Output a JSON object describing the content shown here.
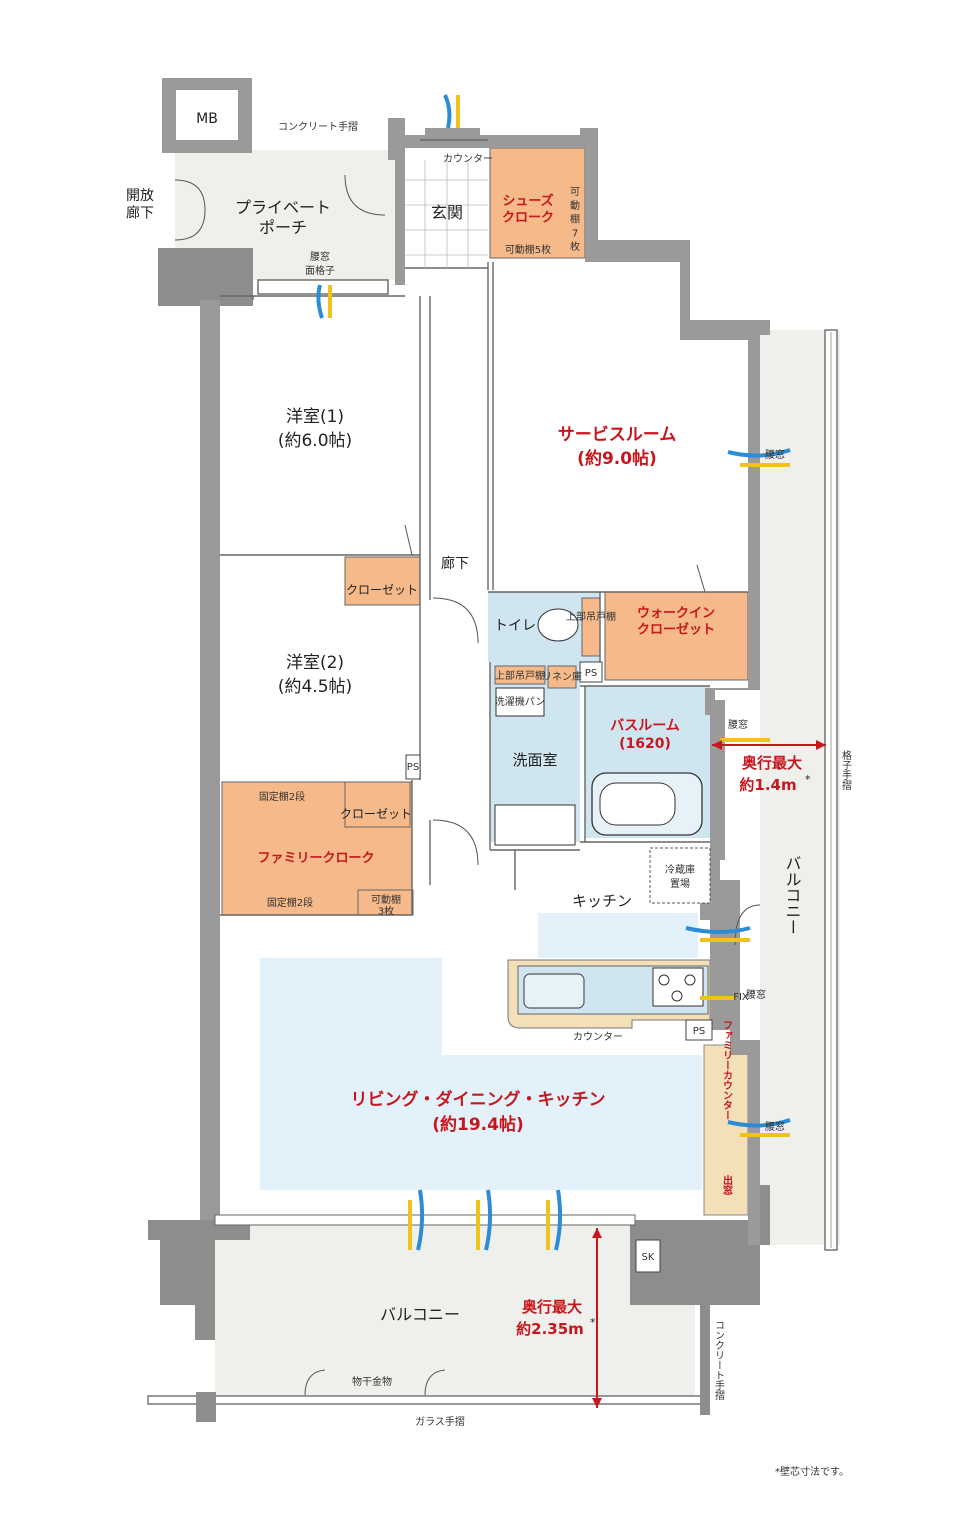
{
  "labels": {
    "mb": "MB",
    "concrete_rail_top": "コンクリート手摺",
    "open_corridor": "開放\n廊下",
    "private_porch": "プライベート\nポーチ",
    "hall": "玄関",
    "counter_entry": "カウンター",
    "shoe_cloak": "シューズ\nクローク",
    "movable_shelf_7": "可\n動\n棚\n7\n枚",
    "movable_shelf_5": "可動棚5枚",
    "waist_window_lattice": "腰窓\n面格子",
    "western_room_1": "洋室(1)",
    "western_room_1_size": "(約6.0帖)",
    "service_room": "サービスルーム",
    "service_room_size": "(約9.0帖)",
    "waist_window": "腰窓",
    "corridor": "廊下",
    "closet": "クローゼット",
    "toilet": "トイレ",
    "upper_cabinet_toilet": "上部吊戸棚",
    "walk_in_closet": "ウォークイン\nクローゼット",
    "western_room_2": "洋室(2)",
    "western_room_2_size": "(約4.5帖)",
    "upper_cabinet_wash": "上部吊戸棚",
    "linen": "リネン庫",
    "laundry_pan": "洗濯機パン",
    "ps": "PS",
    "bathroom": "バスルーム",
    "bathroom_size": "(1620)",
    "washroom": "洗面室",
    "depth_east": "奥行最大",
    "depth_east_value": "約1.4m",
    "asterisk": "*",
    "lattice_rail": "格子手摺",
    "fixed_shelf_2_top": "固定棚2段",
    "family_cloak": "ファミリークローク",
    "fixed_shelf_2_bottom": "固定棚2段",
    "movable_shelf_3": "可動棚\n3枚",
    "fridge": "冷蔵庫\n置場",
    "kitchen": "キッチン",
    "balcony_east": "バルコニー",
    "fix_window": "FIX",
    "counter_kitchen": "カウンター",
    "family_counter": "ファミリーカウンター",
    "bay_window": "出窓",
    "ldk": "リビング・ダイニング・キッチン",
    "ldk_size": "(約19.4帖)",
    "sk": "SK",
    "balcony_south": "バルコニー",
    "depth_south": "奥行最大",
    "depth_south_value": "約2.35m",
    "concrete_rail_right": "コンクリート手摺",
    "clothes_hanger": "物干金物",
    "glass_rail": "ガラス手摺",
    "footnote": "*壁芯寸法です。"
  },
  "colors": {
    "wall": "#9a9a9a",
    "closet_fill": "#f5b98a",
    "wet_area_fill": "#cfe6f1",
    "ldk_fill": "#e3f1fb",
    "counter_fill": "#f3dfb8",
    "balcony_fill": "#efefec",
    "accent_red": "#c8161d",
    "airflow_blue": "#2c8dd6",
    "airflow_yellow": "#f0c21a"
  }
}
